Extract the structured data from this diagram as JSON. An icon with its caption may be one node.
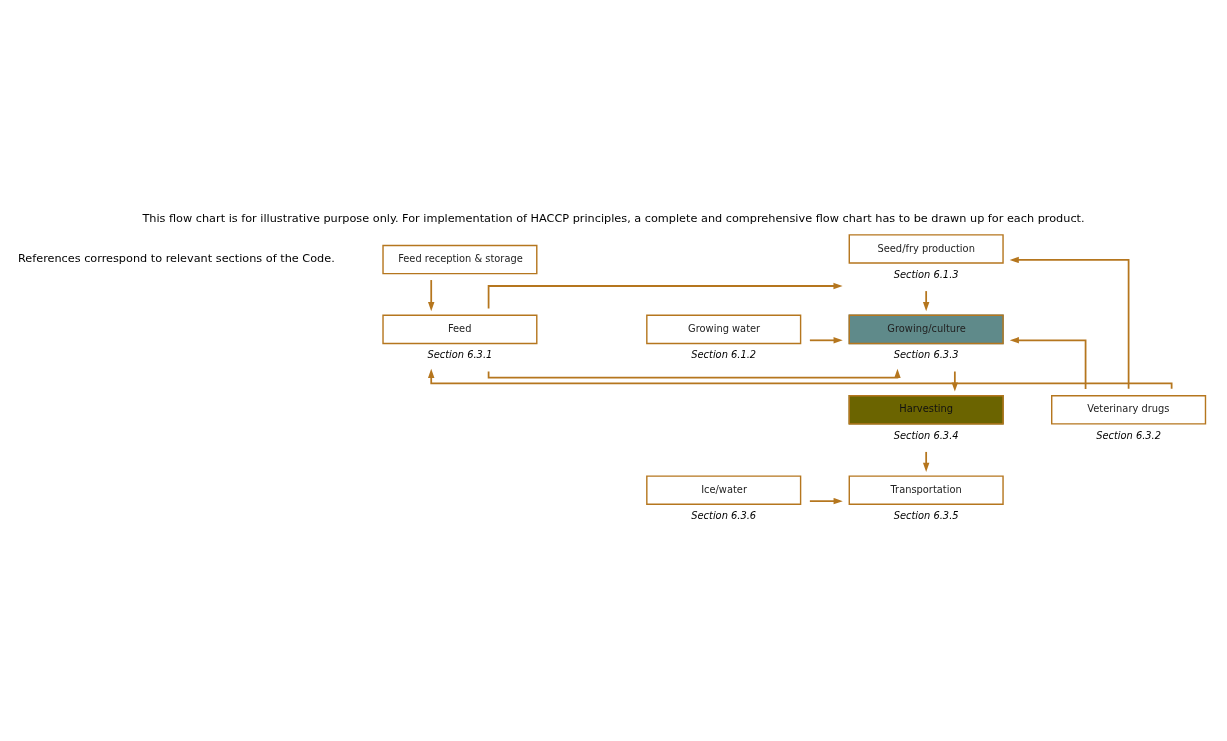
{
  "diagram": {
    "title": "This flow chart is for illustrative purpose only. For implementation of HACCP principles, a complete and comprehensive flow chart has to be drawn up for each product.",
    "nodes": [
      {
        "text": [
          "Seed/fry production"
        ],
        "beside": [
          "Section 6.1.3"
        ]
      },
      {
        "text": [
          "Feed reception & storage"
        ]
      },
      {
        "text": [
          "Growing water"
        ],
        "beside": [
          "Section 6.1.2"
        ]
      },
      {
        "text": [
          "Growing/culture"
        ],
        "beside": [
          "Section 6.3.3"
        ]
      },
      {
        "text": [
          "Feed"
        ],
        "beside": [
          "Section 6.3.1"
        ]
      },
      {
        "text": [
          "Harvesting"
        ],
        "beside": [
          "Section 6.3.4"
        ]
      },
      {
        "text": [
          "Veterinary drugs"
        ],
        "beside": [
          "Section 6.3.2"
        ]
      },
      {
        "text": [
          "Ice/water"
        ],
        "beside": [
          "Section 6.3.6"
        ]
      },
      {
        "text": [
          "Transportation"
        ],
        "beside": [
          "Section 6.3.5"
        ]
      }
    ],
    "edges": [
      {
        "from": 1,
        "to": 4,
        "arrow": "to"
      },
      {
        "from": 4,
        "to": 0,
        "arrow": "to"
      },
      {
        "from": 6,
        "to": 0,
        "arrow": "to"
      },
      {
        "from": 0,
        "to": 3,
        "arrow": "to"
      },
      {
        "from": 2,
        "to": 3,
        "arrow": "to"
      },
      {
        "from": 4,
        "to": 3,
        "arrow": "to"
      },
      {
        "from": 6,
        "to": 3,
        "arrow": "to"
      },
      {
        "from": 6,
        "to": 4,
        "arrow": "to"
      },
      {
        "from": 3,
        "to": 5,
        "arrow": "to"
      },
      {
        "from": 5,
        "to": 8,
        "arrow": "to"
      },
      {
        "from": 7,
        "to": 8,
        "arrow": "to"
      }
    ],
    "labels": [
      "References correspond to relevant sections of the Code."
    ]
  }
}
